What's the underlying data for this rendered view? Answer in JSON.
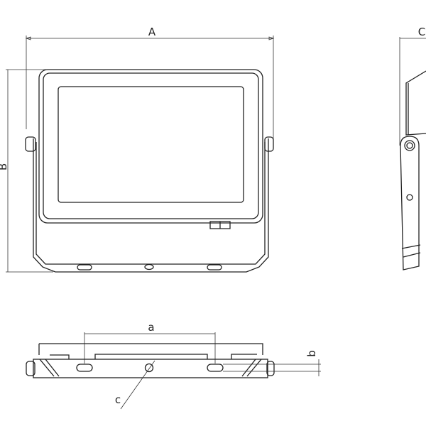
{
  "drawing": {
    "front_view": {
      "width_label": "A",
      "height_label": "B"
    },
    "side_view": {
      "depth_label": "C"
    },
    "bottom_view": {
      "hole_spacing_label": "a",
      "slot_width_label": "b",
      "hole_diameter_label": "c"
    }
  },
  "colors": {
    "line": "#222222",
    "background": "#ffffff"
  }
}
